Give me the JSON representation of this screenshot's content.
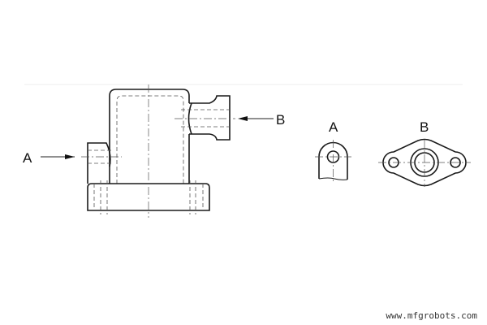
{
  "labels": {
    "view_a": "A",
    "view_b": "B"
  },
  "watermark": "www.mfgrobots.com"
}
